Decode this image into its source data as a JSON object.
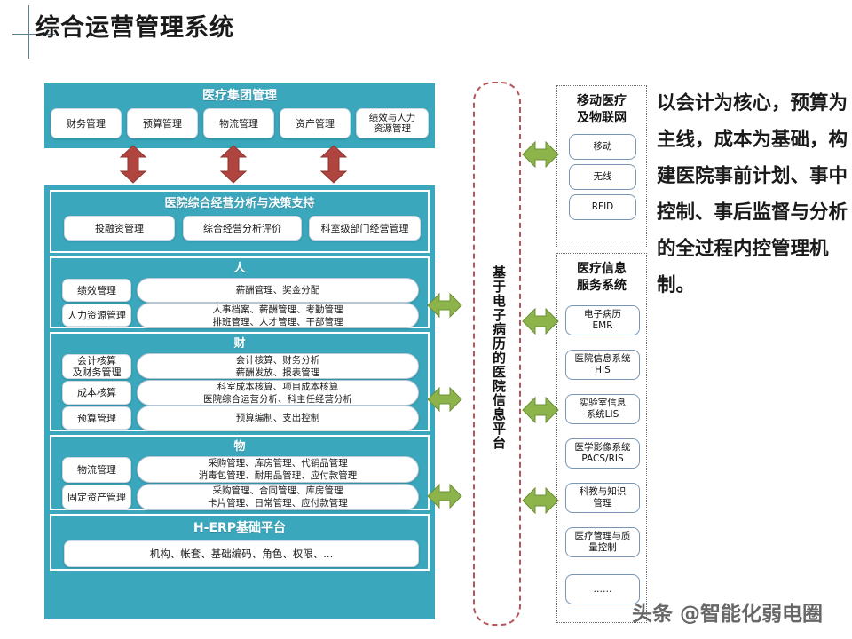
{
  "header": {
    "title": "综合运营管理系统"
  },
  "group_panel": {
    "title": "医疗集团管理",
    "items": [
      {
        "label": "财务管理"
      },
      {
        "label": "预算管理"
      },
      {
        "label": "物流管理"
      },
      {
        "label": "资产管理"
      },
      {
        "label": "绩效与人力\n资源管理"
      }
    ]
  },
  "connector_arrows": {
    "vertical_color": "#B0443F",
    "horizontal_color": "#8CB44A",
    "vertical_count": 3,
    "horizontal_left_count": 3,
    "horizontal_right_count": 4
  },
  "main_panel": {
    "decision_section": {
      "title": "医院综合经营分析与决策支持",
      "items": [
        {
          "label": "投融资管理"
        },
        {
          "label": "综合经营分析评价"
        },
        {
          "label": "科室级部门经营管理"
        }
      ]
    },
    "sections": [
      {
        "title": "人",
        "rows": [
          {
            "module": "绩效管理",
            "detail": "薪酬管理、奖金分配"
          },
          {
            "module": "人力资源管理",
            "detail": "人事档案、薪酬管理、考勤管理\n排班管理、人才管理、干部管理"
          }
        ]
      },
      {
        "title": "财",
        "rows": [
          {
            "module": "会计核算\n及财务管理",
            "detail": "会计核算、财务分析\n薪酬发放、报表管理"
          },
          {
            "module": "成本核算",
            "detail": "科室成本核算、项目成本核算\n医院综合运营分析、科主任经营分析"
          },
          {
            "module": "预算管理",
            "detail": "预算编制、支出控制"
          }
        ]
      },
      {
        "title": "物",
        "rows": [
          {
            "module": "物流管理",
            "detail": "采购管理、库房管理、代销品管理\n消毒包管理、耐用品管理、应付款管理"
          },
          {
            "module": "固定资产管理",
            "detail": "采购管理、合同管理、库房管理\n卡片管理、日常管理、应付款管理"
          }
        ]
      }
    ],
    "platform_section": {
      "title": "H-ERP基础平台",
      "detail": "机构、帐套、基础编码、角色、权限、..."
    }
  },
  "center_capsule": {
    "text": "基于电子病历的医院信息平台"
  },
  "right_groups": [
    {
      "title": "移动医疗\n及物联网",
      "items": [
        {
          "label": "移动"
        },
        {
          "label": "无线"
        },
        {
          "label": "RFID"
        }
      ]
    },
    {
      "title": "医疗信息\n服务系统",
      "items": [
        {
          "label": "电子病历\nEMR"
        },
        {
          "label": "医院信息系统\nHIS"
        },
        {
          "label": "实验室信息\n系统LIS"
        },
        {
          "label": "医学影像系统\nPACS/RIS"
        },
        {
          "label": "科教与知识\n管理"
        },
        {
          "label": "医疗管理与质\n量控制"
        },
        {
          "label": "……"
        }
      ]
    }
  ],
  "right_text": {
    "paragraph": "以会计为核心，预算为主线，成本为基础，构建医院事前计划、事中控制、事后监督与分析的全过程内控管理机制。"
  },
  "watermark": {
    "text": "头条 @智能化弱电圈"
  },
  "colors": {
    "teal": "#3AA7BD",
    "red_arrow": "#B0443F",
    "green_arrow": "#8CB44A",
    "dashed_red": "#B4565A",
    "box_border_blue": "#7896B4"
  }
}
